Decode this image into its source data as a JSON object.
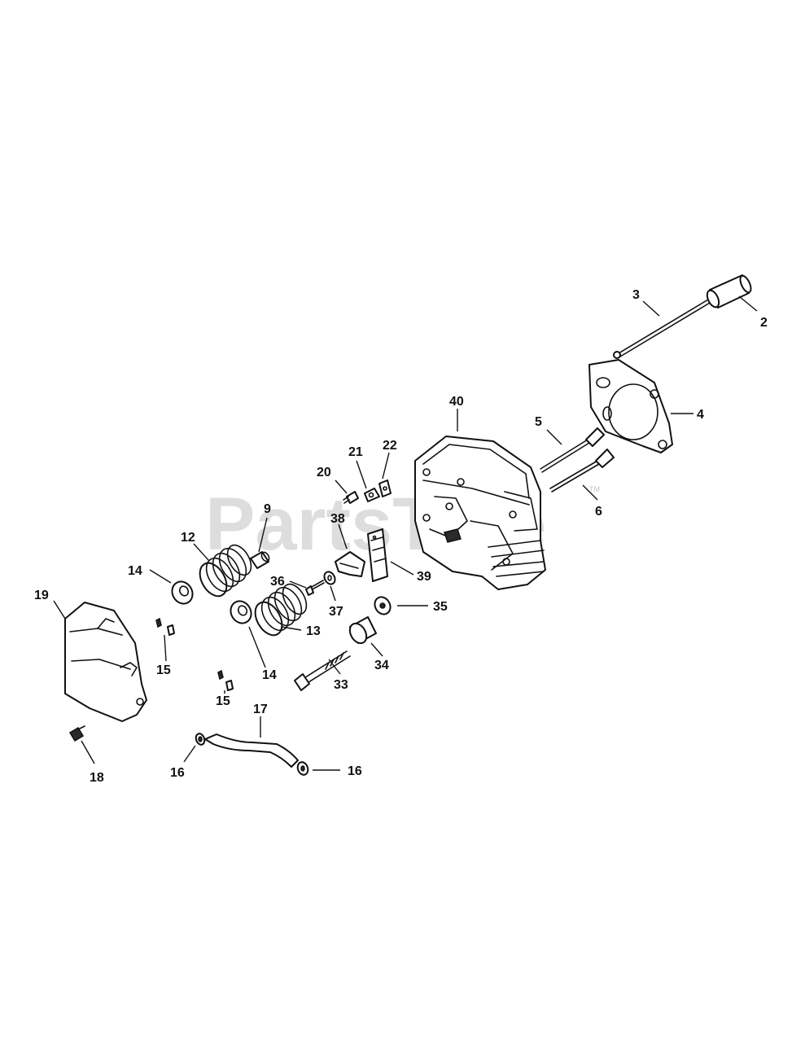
{
  "watermark": {
    "text": "PartsTree",
    "trademark": "TM"
  },
  "callouts": {
    "c2": "2",
    "c3": "3",
    "c4": "4",
    "c5": "5",
    "c6": "6",
    "c9": "9",
    "c12": "12",
    "c13": "13",
    "c14a": "14",
    "c14b": "14",
    "c15a": "15",
    "c15b": "15",
    "c16a": "16",
    "c16b": "16",
    "c17": "17",
    "c18": "18",
    "c19": "19",
    "c20": "20",
    "c21": "21",
    "c22": "22",
    "c33": "33",
    "c34": "34",
    "c35": "35",
    "c36": "36",
    "c37": "37",
    "c38": "38",
    "c39": "39",
    "c40": "40"
  }
}
